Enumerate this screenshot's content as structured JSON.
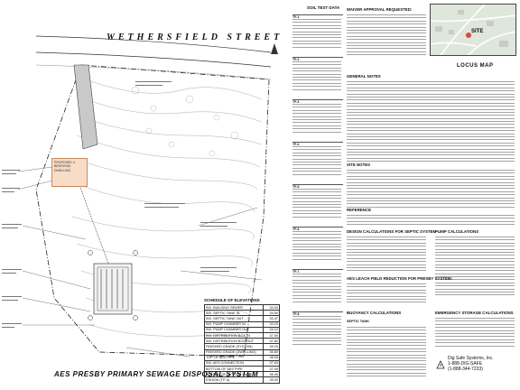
{
  "plan": {
    "street_name": "WETHERSFIELD STREET",
    "title": "AES PRESBY PRIMARY SEWAGE DISPOSAL SYSTEM",
    "proposed_label": "PROPOSED 4 BEDROOM DWELLING"
  },
  "elevations": {
    "title": "SCHEDULE OF ELEVATIONS",
    "rows": [
      {
        "label": "INV. BUILDING SEWER",
        "value": "34.00"
      },
      {
        "label": "INV. SEPTIC TANK IN",
        "value": "33.50"
      },
      {
        "label": "INV. SEPTIC TANK OUT",
        "value": "33.47"
      },
      {
        "label": "INV. PUMP CHAMBER IN",
        "value": "33.20"
      },
      {
        "label": "INV. PUMP CHAMBER OUT",
        "value": "33.10"
      },
      {
        "label": "INV. DISTRIBUTION BOX IN",
        "value": "37.90"
      },
      {
        "label": "INV. DISTRIBUTION BOX OUT",
        "value": "37.80"
      },
      {
        "label": "FINISHED GRADE (SYSTEM)",
        "value": "39.20"
      },
      {
        "label": "FINISHED GRADE (DWELLING)",
        "value": "35.80"
      },
      {
        "label": "TOP OF AES PIPE",
        "value": "38.05"
      },
      {
        "label": "INV. AES CONNECTION",
        "value": "37.63"
      },
      {
        "label": "BOTTOM OF AES PIPE",
        "value": "37.05"
      },
      {
        "label": "BOTTOM OF SYSTEM SAND",
        "value": "36.05"
      },
      {
        "label": "ESHGW (TP-3)",
        "value": "35.00"
      }
    ]
  },
  "soil": {
    "title": "SOIL TEST DATA",
    "tests": [
      "TP-1",
      "TP-2",
      "TP-3",
      "TP-4",
      "TP-5",
      "TP-6",
      "TP-7",
      "TP-8"
    ]
  },
  "notes": {
    "waiver": "WAIVER APPROVAL REQUESTED:",
    "general": "GENERAL NOTES",
    "site": "SITE NOTES",
    "reference": "REFERENCE",
    "design": "DESIGN CALCULATIONS FOR SEPTIC SYSTEM",
    "pump": "PUMP CALCULATIONS",
    "aes": "AES LEACH FIELD REDUCTION FOR PRESBY SYSTEM:",
    "buoyancy": "BUOYANCY CALCULATIONS",
    "septic_tank": "SEPTIC TANK",
    "emergency": "EMERGENCY STORAGE CALCULATIONS"
  },
  "locus": {
    "title": "LOCUS MAP",
    "site_label": "SITE"
  },
  "digsafe": {
    "name": "Dig Safe Systems, Inc.",
    "phone1": "1-888-DIG-SAFE",
    "phone2": "(1-888-344-7233)"
  },
  "colors": {
    "proposed_fill": "#f8dcc6",
    "lines": "#333333"
  }
}
